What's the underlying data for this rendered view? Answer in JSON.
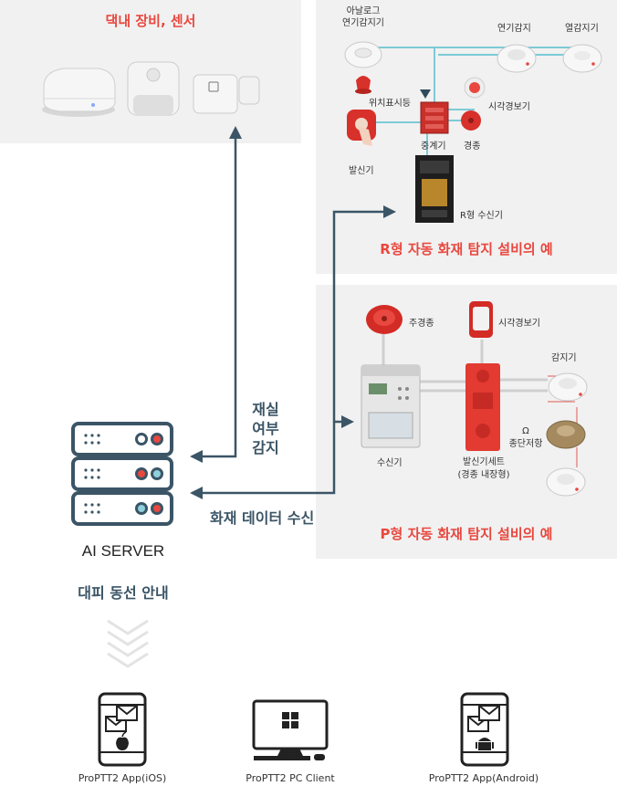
{
  "home_panel": {
    "title": "댁내 장비, 센서"
  },
  "r_panel": {
    "caption": "R형 자동 화재 탐지 설비의 예",
    "labels": {
      "analog_detector": "아날로그\n연기감지기",
      "smoke_detector": "연기감지",
      "heat_detector": "열감지기",
      "location_lamp": "위치표시등",
      "visual_alarm": "시각경보기",
      "transmitter": "발신기",
      "repeater": "중계기",
      "bell": "경종",
      "receiver": "R형 수신기"
    }
  },
  "p_panel": {
    "caption": "P형 자동 화재 탐지 설비의 예",
    "labels": {
      "main_bell": "주경종",
      "visual_alarm": "시각경보기",
      "detector": "감지기",
      "receiver": "수신기",
      "transmitter_set": "발신기세트\n(경종 내장형)",
      "terminal_resistor": "Ω\n종단저항"
    }
  },
  "flow": {
    "presence_detect": "재실\n여부\n감지",
    "fire_data_receive": "화재 데이터 수신"
  },
  "server": {
    "title": "AI SERVER",
    "subtitle": "대피 동선 안내"
  },
  "clients": [
    {
      "label": "ProPTT2 App(iOS)",
      "icon": "phone-apple-icon"
    },
    {
      "label": "ProPTT2 PC Client",
      "icon": "monitor-windows-icon"
    },
    {
      "label": "ProPTT2 App(Android)",
      "icon": "phone-android-icon"
    }
  ],
  "colors": {
    "accent_red": "#e8483f",
    "dark_blue": "#3b5566",
    "panel_bg": "#f1f1f1",
    "wire": "#7ccbd6"
  }
}
